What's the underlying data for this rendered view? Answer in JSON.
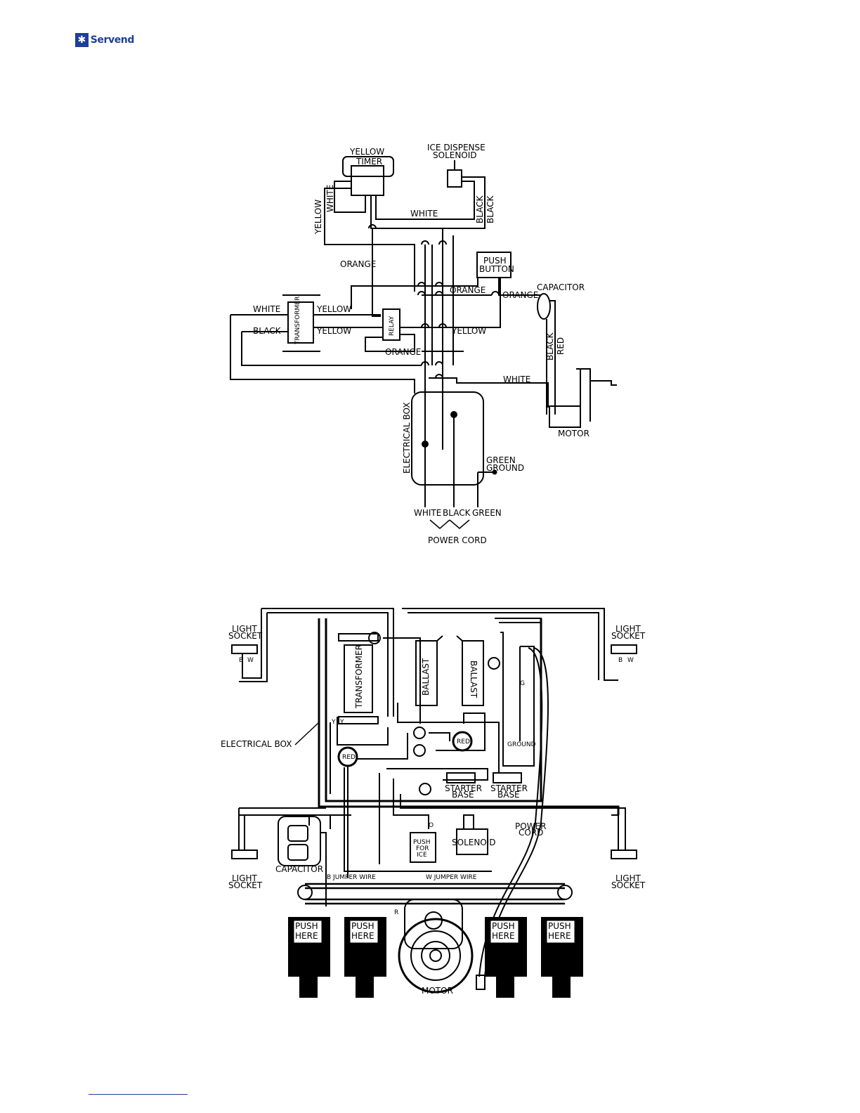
{
  "brand": {
    "name": "Servend",
    "color": "#1d3f99",
    "icon": "snowflake-icon"
  },
  "diagram1": {
    "labels": {
      "yellow_top": "YELLOW",
      "timer": "TIMER",
      "ice_dispense": "ICE DISPENSE",
      "solenoid": "SOLENOID",
      "white_vert": "WHITE",
      "yellow_vert": "YELLOW",
      "white_top": "WHITE",
      "black_v1": "BLACK",
      "black_v2": "BLACK",
      "orange_1": "ORANGE",
      "push": "PUSH",
      "button": "BUTTON",
      "orange_2": "ORANGE",
      "orange_3": "ORANGE",
      "capacitor": "CAPACITOR",
      "white_left": "WHITE",
      "yellow_t1": "YELLOW",
      "black_left": "BLACK",
      "yellow_t2": "YELLOW",
      "transformer": "TRANSFORMER",
      "relay": "RELAY",
      "yellow_right": "YELLOW",
      "orange_4": "ORANGE",
      "black_cap": "BLACK",
      "red_cap": "RED",
      "white_motor": "WHITE",
      "electrical_box": "ELECTRICAL BOX",
      "motor": "MOTOR",
      "green": "GREEN",
      "ground": "GROUND",
      "cord_white": "WHITE",
      "cord_black": "BLACK",
      "cord_green": "GREEN",
      "power_cord": "POWER CORD"
    }
  },
  "diagram2": {
    "labels": {
      "light_socket_tl_1": "LIGHT",
      "light_socket_tl_2": "SOCKET",
      "light_socket_tr_1": "LIGHT",
      "light_socket_tr_2": "SOCKET",
      "transformer": "TRANSFORMER",
      "ballast_1": "BALLAST",
      "ballast_2": "BALLAST",
      "electrical_box": "ELECTRICAL BOX",
      "red_1": "RED",
      "red_2": "RED",
      "ground": "GROUND",
      "starter_1a": "STARTER",
      "starter_1b": "BASE",
      "starter_2a": "STARTER",
      "starter_2b": "BASE",
      "power_1": "POWER",
      "power_2": "CORD",
      "push_1": "PUSH",
      "push_2": "FOR",
      "push_3": "ICE",
      "solenoid": "SOLENOID",
      "capacitor": "CAPACITOR",
      "light_socket_bl_1": "LIGHT",
      "light_socket_bl_2": "SOCKET",
      "light_socket_br_1": "LIGHT",
      "light_socket_br_2": "SOCKET",
      "jumper_b": "B JUMPER WIRE",
      "jumper_w": "W JUMPER WIRE",
      "push_here_a": "PUSH",
      "push_here_b": "HERE",
      "motor": "MOTOR",
      "wire_b": "B",
      "wire_w": "W",
      "wire_y": "Y",
      "wire_o": "O",
      "wire_g": "G",
      "wire_r": "R"
    }
  }
}
